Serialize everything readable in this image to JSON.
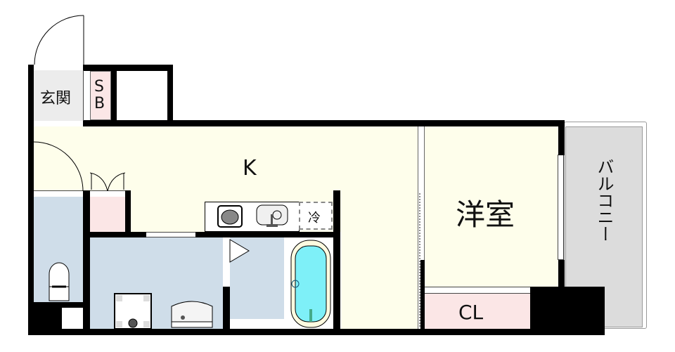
{
  "floorplan": {
    "rooms": {
      "entrance": {
        "label": "玄関",
        "color": "#ececec"
      },
      "shoe_box": {
        "label": "SB",
        "color": "#fbe6e6"
      },
      "kitchen": {
        "label": "K",
        "color": "#fefeeb"
      },
      "western_room": {
        "label": "洋室",
        "color": "#fefeeb"
      },
      "balcony": {
        "label": "バルコニー",
        "color": "#dcdcdc"
      },
      "closet": {
        "label": "CL",
        "color": "#fbe6e6"
      },
      "toilet": {
        "color": "#cfdde9"
      },
      "washroom": {
        "color": "#cfdde9"
      },
      "bathroom": {
        "color": "#cfdde9"
      },
      "storage": {
        "color": "#fbe6e6"
      }
    },
    "fixtures": {
      "fridge": {
        "label": "冷"
      },
      "bathtub_color": "#7ef0f8"
    }
  }
}
